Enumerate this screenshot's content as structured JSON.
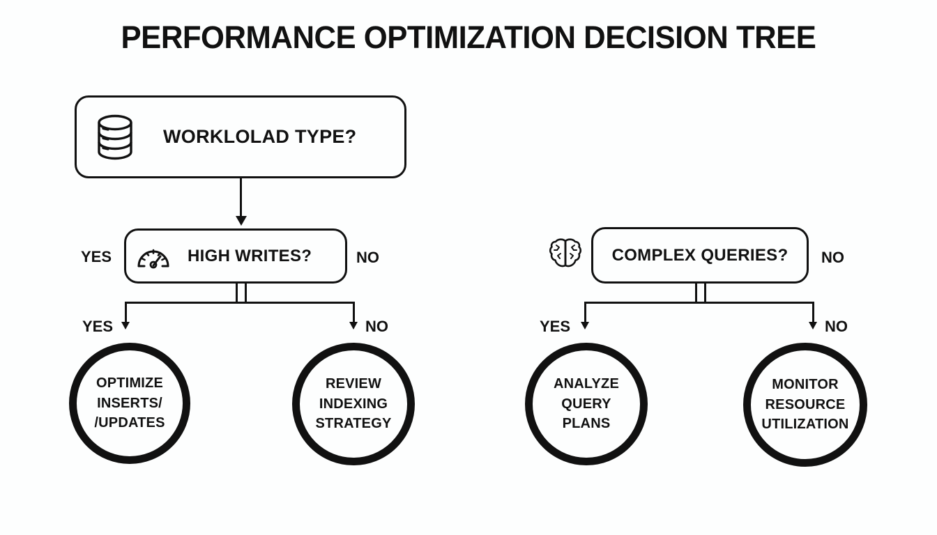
{
  "title": "PERFORMANCE OPTIMIZATION DECISION TREE",
  "colors": {
    "background": "#fdfefe",
    "stroke": "#111111",
    "text": "#111111"
  },
  "nodes": {
    "root": {
      "label": "WORKLOLAD TYPE?",
      "icon": "database-icon"
    },
    "high_writes": {
      "label": "HIGH WRITES?",
      "icon": "gauge-icon",
      "left_label": "YES",
      "right_label": "NO"
    },
    "complex_queries": {
      "label": "COMPLEX QUERIES?",
      "icon": "brain-icon",
      "right_label": "NO"
    }
  },
  "branch_labels": {
    "writes_yes": "YES",
    "writes_no": "NO",
    "queries_yes": "YES",
    "queries_no": "NO"
  },
  "leaves": [
    {
      "name": "optimize-inserts-updates",
      "lines": [
        "OPTIMIZE",
        "INSERTS/",
        "/UPDATES"
      ]
    },
    {
      "name": "review-indexing-strategy",
      "lines": [
        "REVIEW",
        "INDEXING",
        "STRATEGY"
      ]
    },
    {
      "name": "analyze-query-plans",
      "lines": [
        "ANALYZE",
        "QUERY",
        "PLANS"
      ]
    },
    {
      "name": "monitor-resource-utilization",
      "lines": [
        "MONITOR",
        "RESOURCE",
        "UTILIZATION"
      ]
    }
  ]
}
